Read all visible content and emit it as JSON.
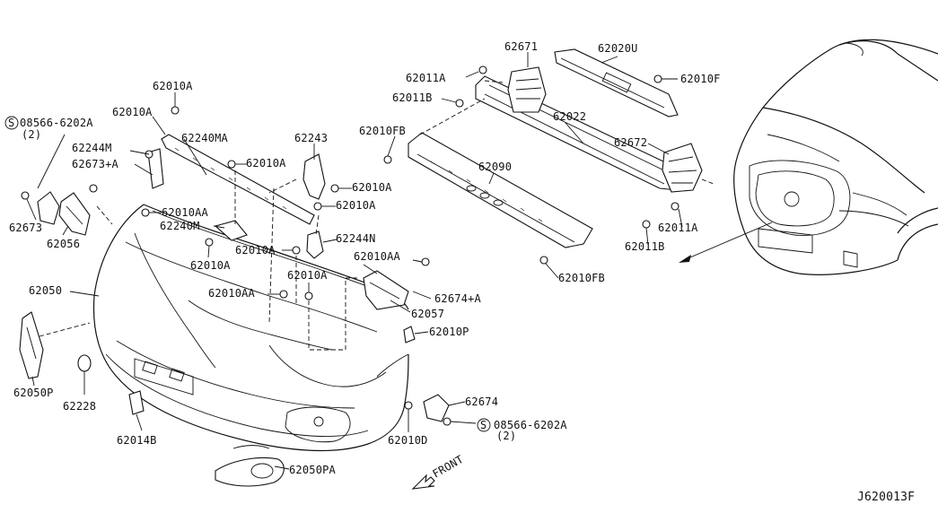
{
  "labels": [
    {
      "id": "62010A-1",
      "text": "62010A"
    },
    {
      "id": "S08566-6202A-top",
      "text": "08566-6202A"
    },
    {
      "id": "qty-2-top",
      "text": "(2)"
    },
    {
      "id": "62010A-2",
      "text": "62010A"
    },
    {
      "id": "62240MA",
      "text": "62240MA"
    },
    {
      "id": "62244M",
      "text": "62244M"
    },
    {
      "id": "62673+A",
      "text": "62673+A"
    },
    {
      "id": "62243",
      "text": "62243"
    },
    {
      "id": "62010A-3",
      "text": "62010A"
    },
    {
      "id": "62010A-4",
      "text": "62010A"
    },
    {
      "id": "62010A-5",
      "text": "62010A"
    },
    {
      "id": "62010AA-1",
      "text": "62010AA"
    },
    {
      "id": "62240M",
      "text": "62240M"
    },
    {
      "id": "62673",
      "text": "62673"
    },
    {
      "id": "62056",
      "text": "62056"
    },
    {
      "id": "62010A-6",
      "text": "62010A"
    },
    {
      "id": "62010A-7",
      "text": "62010A"
    },
    {
      "id": "62244N",
      "text": "62244N"
    },
    {
      "id": "62010AA-2",
      "text": "62010AA"
    },
    {
      "id": "62050",
      "text": "62050"
    },
    {
      "id": "62010A-8",
      "text": "62010A"
    },
    {
      "id": "62010AA-3",
      "text": "62010AA"
    },
    {
      "id": "62674+A",
      "text": "62674+A"
    },
    {
      "id": "62057",
      "text": "62057"
    },
    {
      "id": "62010P",
      "text": "62010P"
    },
    {
      "id": "62050P",
      "text": "62050P"
    },
    {
      "id": "62228",
      "text": "62228"
    },
    {
      "id": "62674",
      "text": "62674"
    },
    {
      "id": "S08566-6202A-bottom",
      "text": "08566-6202A"
    },
    {
      "id": "qty-2-bottom",
      "text": "(2)"
    },
    {
      "id": "62014B",
      "text": "62014B"
    },
    {
      "id": "62010D",
      "text": "62010D"
    },
    {
      "id": "62050PA",
      "text": "62050PA"
    },
    {
      "id": "62671",
      "text": "62671"
    },
    {
      "id": "62020U",
      "text": "62020U"
    },
    {
      "id": "62011A-1",
      "text": "62011A"
    },
    {
      "id": "62010F",
      "text": "62010F"
    },
    {
      "id": "62011B-1",
      "text": "62011B"
    },
    {
      "id": "62022",
      "text": "62022"
    },
    {
      "id": "62010FB-1",
      "text": "62010FB"
    },
    {
      "id": "62672",
      "text": "62672"
    },
    {
      "id": "62090",
      "text": "62090"
    },
    {
      "id": "62011A-2",
      "text": "62011A"
    },
    {
      "id": "62011B-2",
      "text": "62011B"
    },
    {
      "id": "62010FB-2",
      "text": "62010FB"
    }
  ],
  "s_symbols": [
    {
      "id": "s-top",
      "text": "S"
    },
    {
      "id": "s-bottom",
      "text": "S"
    }
  ],
  "front_label": "FRONT",
  "diagram_ref": "J620013F"
}
